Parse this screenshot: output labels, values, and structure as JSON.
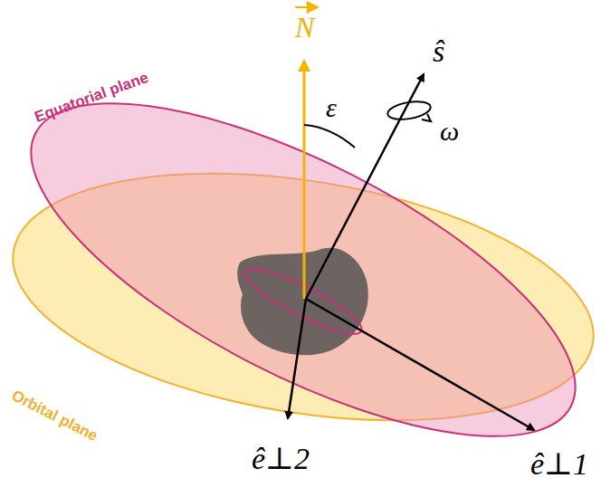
{
  "diagram": {
    "labels": [
      "N",
      "ε",
      "ω",
      "ŝ",
      "Equatorial plane",
      "Orbital plane",
      "ê⊥2",
      "ê⊥1"
    ]
  }
}
